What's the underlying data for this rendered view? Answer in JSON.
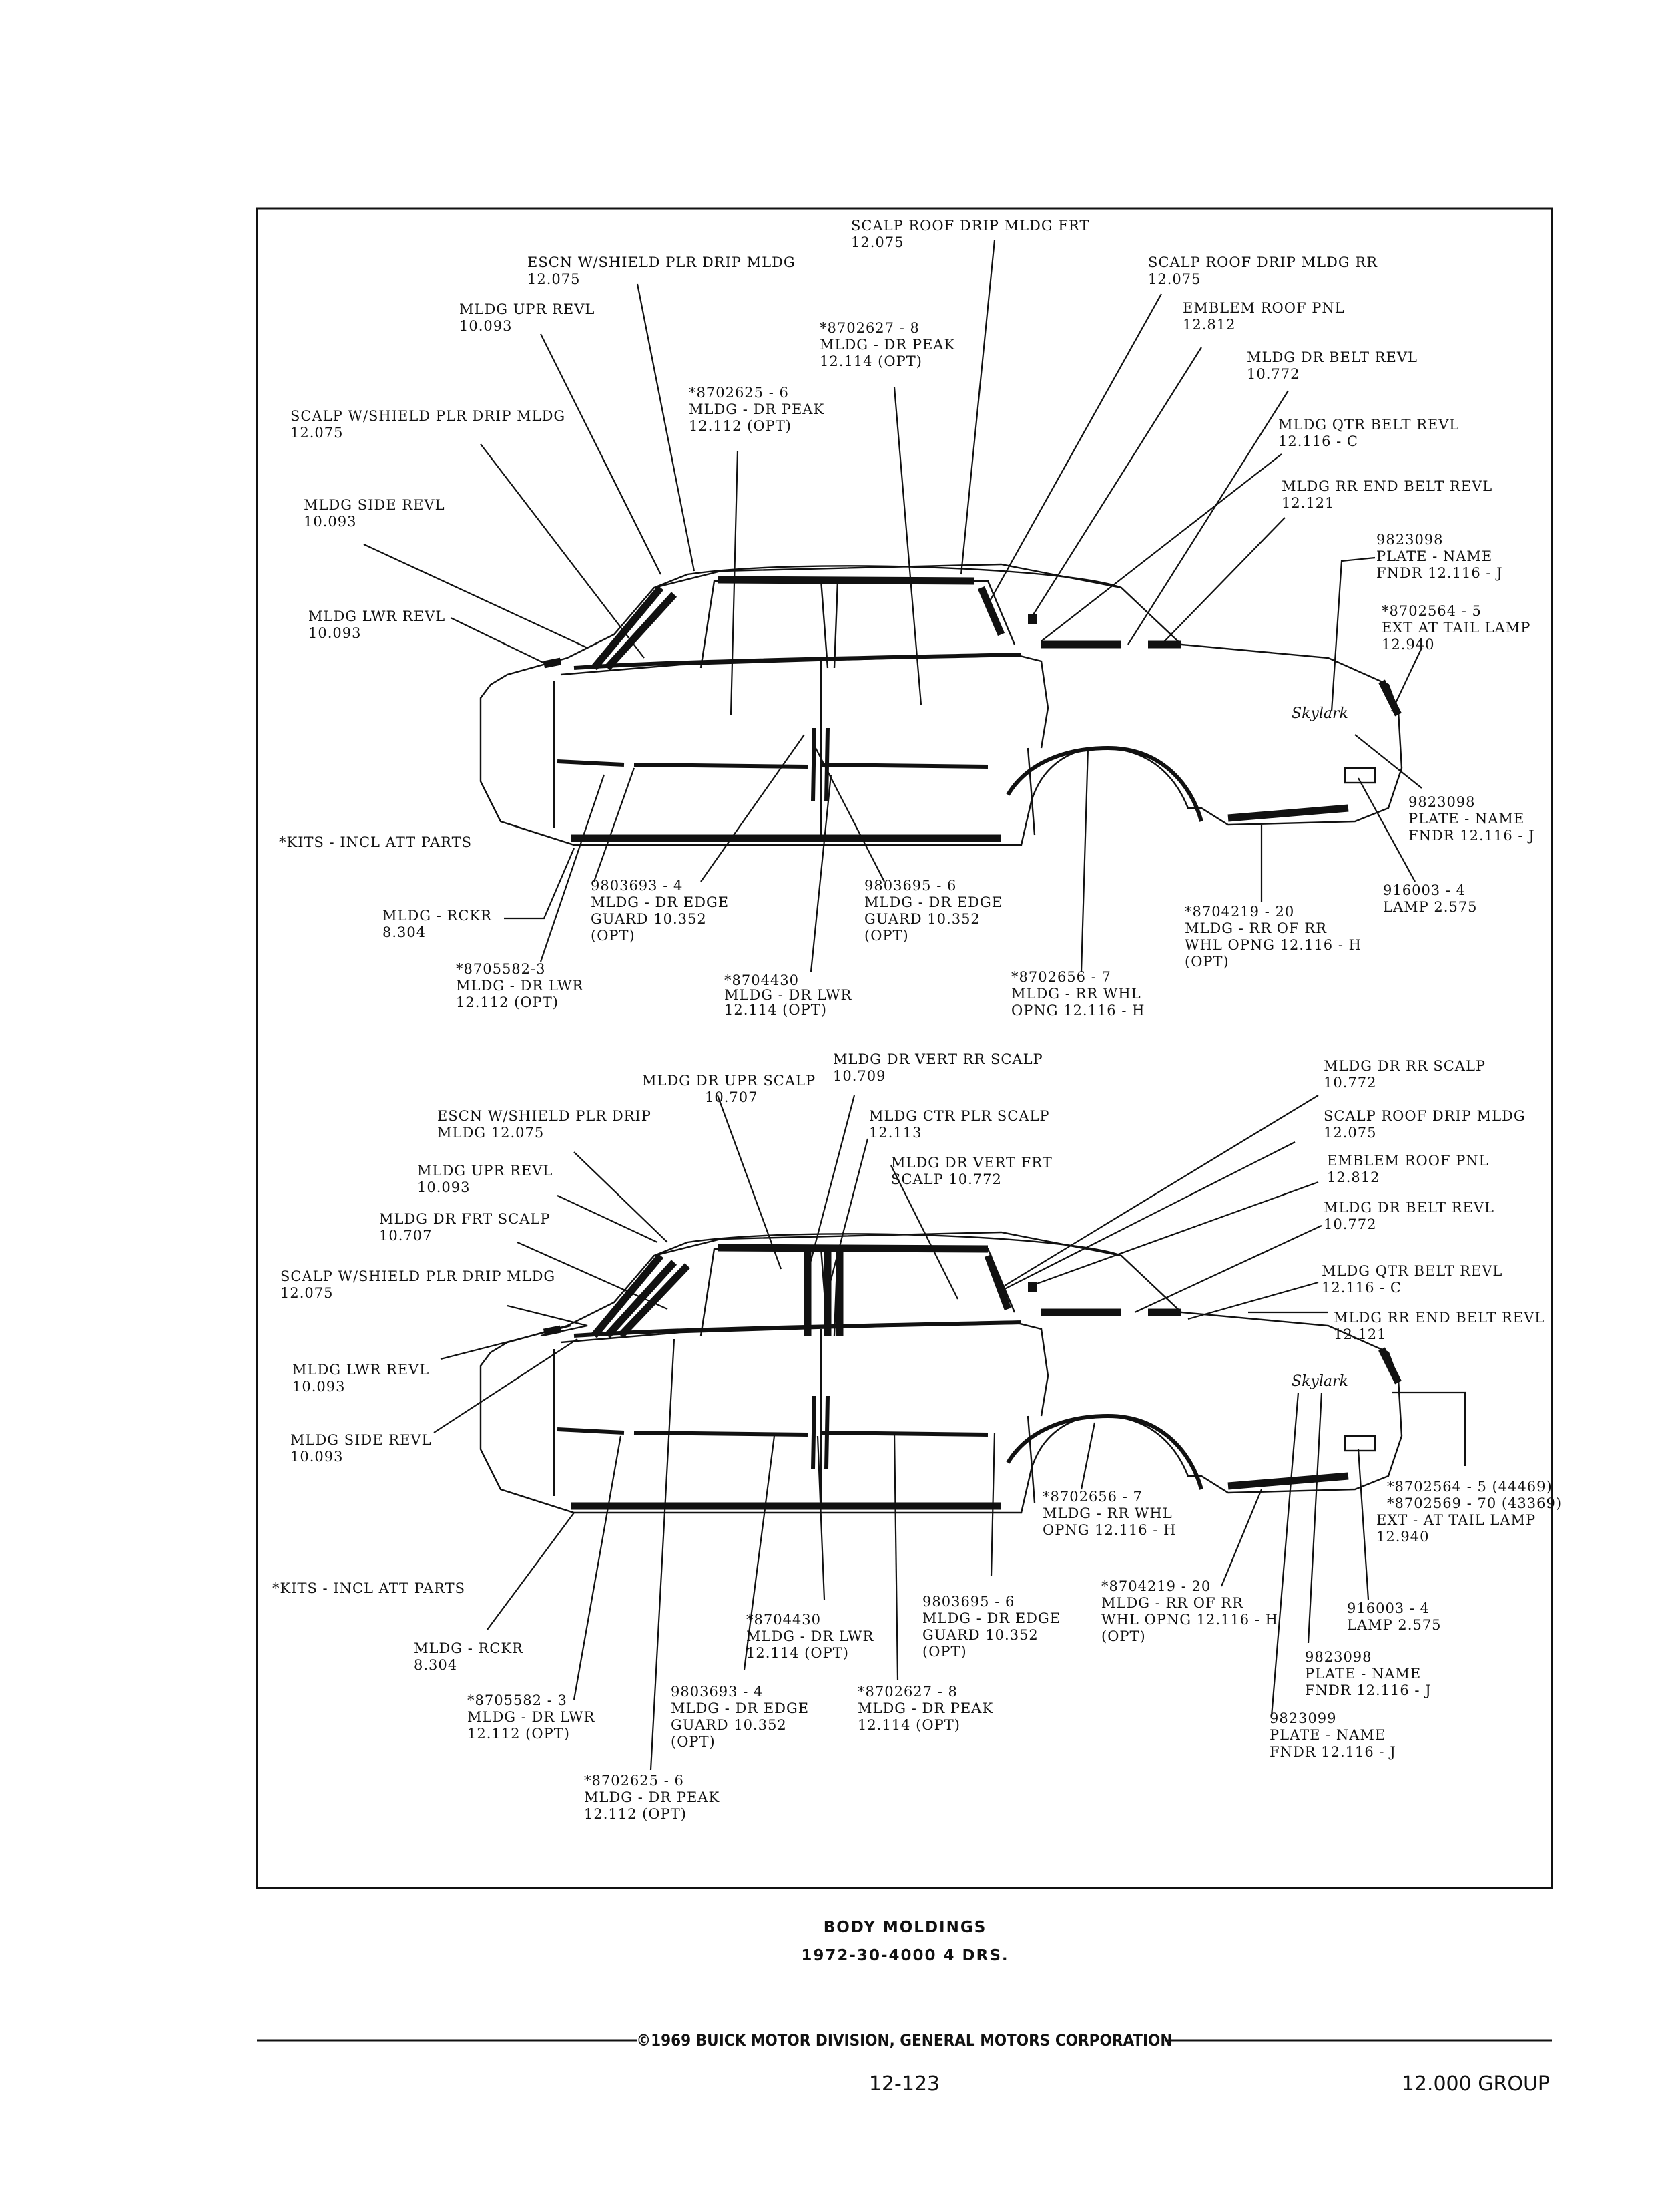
{
  "top_callouts": [
    {
      "id": "scalp-roof-drip-frt",
      "lines": [
        "SCALP ROOF DRIP MLDG FRT",
        "12.075"
      ]
    },
    {
      "id": "escn-shield",
      "lines": [
        "ESCN W/SHIELD PLR DRIP MLDG",
        "12.075"
      ]
    },
    {
      "id": "scalp-roof-drip-rr",
      "lines": [
        "SCALP ROOF DRIP MLDG RR",
        "12.075"
      ]
    },
    {
      "id": "mldg-upr-revl",
      "lines": [
        "MLDG UPR REVL",
        "10.093"
      ]
    },
    {
      "id": "dr-peak-114",
      "lines": [
        "*8702627 - 8",
        "MLDG - DR PEAK",
        "12.114 (OPT)"
      ]
    },
    {
      "id": "emblem-roof",
      "lines": [
        "EMBLEM ROOF PNL",
        "12.812"
      ]
    },
    {
      "id": "dr-belt-revl",
      "lines": [
        "MLDG DR BELT REVL",
        "10.772"
      ]
    },
    {
      "id": "dr-peak-112",
      "lines": [
        "*8702625 - 6",
        "MLDG - DR PEAK",
        "12.112 (OPT)"
      ]
    },
    {
      "id": "scalp-shield",
      "lines": [
        "SCALP W/SHIELD PLR DRIP MLDG",
        "12.075"
      ]
    },
    {
      "id": "qtr-belt",
      "lines": [
        "MLDG QTR BELT REVL",
        "12.116 - C"
      ]
    },
    {
      "id": "rr-end-belt",
      "lines": [
        "MLDG RR END BELT REVL",
        "12.121"
      ]
    },
    {
      "id": "side-revl",
      "lines": [
        "MLDG SIDE REVL",
        "10.093"
      ]
    },
    {
      "id": "plate-name",
      "lines": [
        "9823098",
        "PLATE - NAME",
        "FNDR 12.116 - J"
      ]
    },
    {
      "id": "lwr-revl",
      "lines": [
        "MLDG LWR REVL",
        "10.093"
      ]
    },
    {
      "id": "tail-lamp",
      "lines": [
        "*8702564 - 5",
        "EXT AT TAIL LAMP",
        "12.940"
      ]
    },
    {
      "id": "kits",
      "lines": [
        "*KITS - INCL ATT PARTS"
      ]
    },
    {
      "id": "plate-name-2",
      "lines": [
        "9823098",
        "PLATE - NAME",
        "FNDR 12.116 - J"
      ]
    },
    {
      "id": "edge-guard-4",
      "lines": [
        "9803693 - 4",
        "MLDG - DR EDGE",
        "GUARD 10.352",
        "(OPT)"
      ]
    },
    {
      "id": "edge-guard-6",
      "lines": [
        "9803695 - 6",
        "MLDG - DR EDGE",
        "GUARD 10.352",
        "(OPT)"
      ]
    },
    {
      "id": "lamp",
      "lines": [
        "916003 - 4",
        "LAMP 2.575"
      ]
    },
    {
      "id": "rckr",
      "lines": [
        "MLDG - RCKR",
        "8.304"
      ]
    },
    {
      "id": "rr-of-rr",
      "lines": [
        "*8704219 - 20",
        "MLDG - RR OF RR",
        "WHL OPNG 12.116 - H",
        "(OPT)"
      ]
    },
    {
      "id": "dr-lwr-112",
      "lines": [
        "*8705582-3",
        "MLDG - DR LWR",
        "12.112 (OPT)"
      ]
    },
    {
      "id": "dr-lwr-114",
      "lines": [
        "*8704430",
        "MLDG - DR LWR",
        "12.114 (OPT)"
      ]
    },
    {
      "id": "rr-whl",
      "lines": [
        "*8702656 - 7",
        "MLDG - RR WHL",
        "OPNG 12.116 - H"
      ]
    }
  ],
  "bottom_callouts": [
    {
      "id": "dr-vert-rr",
      "lines": [
        "MLDG DR VERT RR SCALP",
        "10.709"
      ]
    },
    {
      "id": "dr-rr-scalp",
      "lines": [
        "MLDG DR RR SCALP",
        "10.772"
      ]
    },
    {
      "id": "dr-upr-scalp",
      "lines": [
        "MLDG DR UPR SCALP",
        "10.707"
      ]
    },
    {
      "id": "escn-shield",
      "lines": [
        "ESCN W/SHIELD PLR DRIP",
        "MLDG 12.075"
      ]
    },
    {
      "id": "ctr-plr",
      "lines": [
        "MLDG CTR PLR SCALP",
        "12.113"
      ]
    },
    {
      "id": "scalp-roof-drip",
      "lines": [
        "SCALP ROOF DRIP MLDG",
        "12.075"
      ]
    },
    {
      "id": "dr-vert-frt",
      "lines": [
        "MLDG DR VERT FRT",
        "SCALP 10.772"
      ]
    },
    {
      "id": "emblem-roof",
      "lines": [
        "EMBLEM ROOF PNL",
        "12.812"
      ]
    },
    {
      "id": "upr-revl",
      "lines": [
        "MLDG UPR REVL",
        "10.093"
      ]
    },
    {
      "id": "dr-belt-revl",
      "lines": [
        "MLDG DR BELT REVL",
        "10.772"
      ]
    },
    {
      "id": "dr-frt-scalp",
      "lines": [
        "MLDG DR FRT SCALP",
        "10.707"
      ]
    },
    {
      "id": "qtr-belt",
      "lines": [
        "MLDG QTR BELT REVL",
        "12.116 - C"
      ]
    },
    {
      "id": "scalp-shield",
      "lines": [
        "SCALP W/SHIELD PLR DRIP MLDG",
        "12.075"
      ]
    },
    {
      "id": "rr-end-belt",
      "lines": [
        "MLDG RR END BELT REVL",
        "12.121"
      ]
    },
    {
      "id": "lwr-revl",
      "lines": [
        "MLDG LWR REVL",
        "10.093"
      ]
    },
    {
      "id": "side-revl",
      "lines": [
        "MLDG SIDE REVL",
        "10.093"
      ]
    },
    {
      "id": "tail-lamp",
      "lines": [
        "*8702564 - 5 (44469)",
        "*8702569 - 70 (43369)",
        "EXT - AT TAIL LAMP",
        "12.940"
      ]
    },
    {
      "id": "rr-whl",
      "lines": [
        "*8702656 - 7",
        "MLDG - RR WHL",
        "OPNG 12.116 - H"
      ]
    },
    {
      "id": "kits",
      "lines": [
        "*KITS - INCL ATT PARTS"
      ]
    },
    {
      "id": "rr-of-rr",
      "lines": [
        "*8704219 - 20",
        "MLDG - RR OF RR",
        "WHL OPNG 12.116 - H",
        "(OPT)"
      ]
    },
    {
      "id": "edge-guard-6",
      "lines": [
        "9803695 - 6",
        "MLDG - DR EDGE",
        "GUARD 10.352",
        "(OPT)"
      ]
    },
    {
      "id": "dr-lwr-114",
      "lines": [
        "*8704430",
        "MLDG - DR LWR",
        "12.114 (OPT)"
      ]
    },
    {
      "id": "lamp",
      "lines": [
        "916003 - 4",
        "LAMP 2.575"
      ]
    },
    {
      "id": "rckr",
      "lines": [
        "MLDG - RCKR",
        "8.304"
      ]
    },
    {
      "id": "plate-name",
      "lines": [
        "9823098",
        "PLATE - NAME",
        "FNDR 12.116 - J"
      ]
    },
    {
      "id": "edge-guard-4",
      "lines": [
        "9803693 - 4",
        "MLDG - DR EDGE",
        "GUARD 10.352",
        "(OPT)"
      ]
    },
    {
      "id": "dr-peak-114",
      "lines": [
        "*8702627 - 8",
        "MLDG - DR PEAK",
        "12.114 (OPT)"
      ]
    },
    {
      "id": "dr-lwr-112",
      "lines": [
        "*8705582 - 3",
        "MLDG - DR LWR",
        "12.112 (OPT)"
      ]
    },
    {
      "id": "plate-name-99",
      "lines": [
        "9823099",
        "PLATE - NAME",
        "FNDR 12.116 - J"
      ]
    },
    {
      "id": "dr-peak-112",
      "lines": [
        "*8702625 - 6",
        "MLDG - DR PEAK",
        "12.112 (OPT)"
      ]
    }
  ],
  "emblem_script": "Skylark",
  "caption": {
    "title": "BODY MOLDINGS",
    "subtitle": "1972-30-4000 4 DRS."
  },
  "footer": {
    "copyright": "©1969 BUICK MOTOR DIVISION, GENERAL MOTORS CORPORATION",
    "page_number": "12-123",
    "group": "12.000 GROUP"
  }
}
